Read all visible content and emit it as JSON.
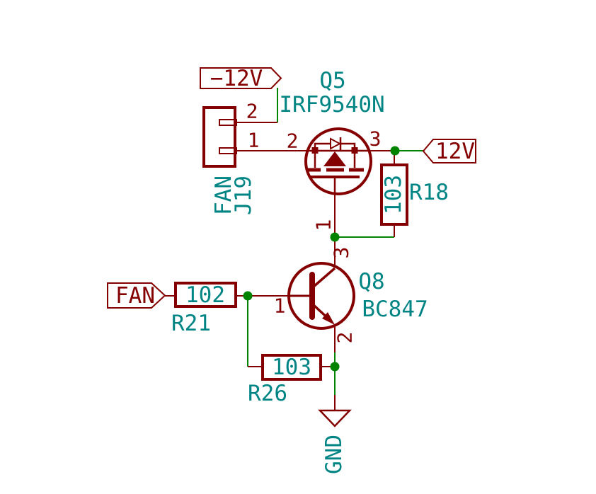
{
  "colors": {
    "background": "#ffffff",
    "symbol": "#840000",
    "wire": "#008400",
    "field": "#008484",
    "connector_fill": "#ffffc2"
  },
  "power_labels": {
    "neg12v": "−12V",
    "pos12v": "12V",
    "gnd": "GND"
  },
  "net_labels": {
    "fan": "FAN"
  },
  "components": {
    "q5": {
      "ref": "Q5",
      "value": "IRF9540N",
      "pin1": "1",
      "pin2": "2",
      "pin3": "3"
    },
    "q8": {
      "ref": "Q8",
      "value": "BC847",
      "pin1": "1",
      "pin2": "2",
      "pin3": "3"
    },
    "j19": {
      "ref": "J19",
      "value": "FAN",
      "pin1": "1",
      "pin2": "2"
    },
    "r18": {
      "ref": "R18",
      "value": "103"
    },
    "r21": {
      "ref": "R21",
      "value": "102"
    },
    "r26": {
      "ref": "R26",
      "value": "103"
    }
  }
}
